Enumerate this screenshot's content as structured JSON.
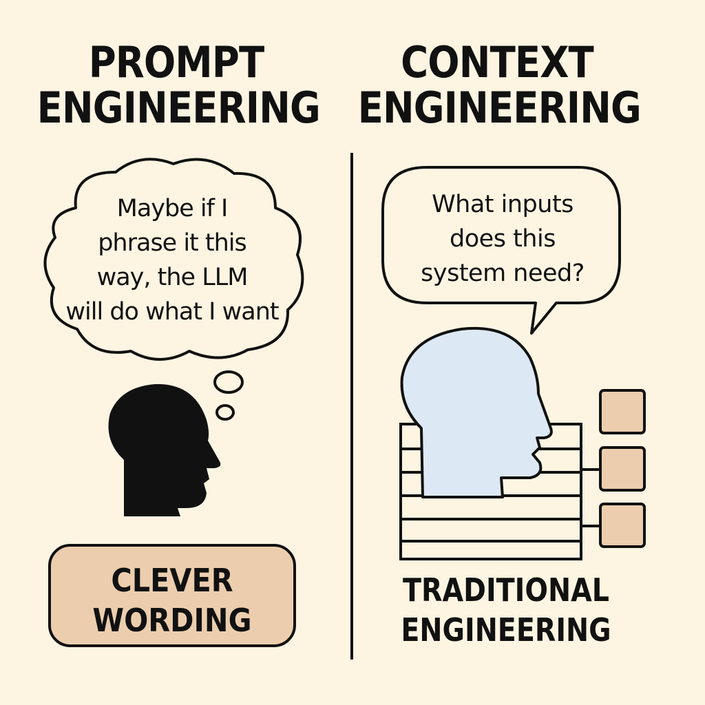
{
  "left": {
    "heading_line1": "PROMPT",
    "heading_line2": "ENGINEERING",
    "thought_line1": "Maybe if I",
    "thought_line2": "phrase it this",
    "thought_line3": "way, the LLM",
    "thought_line4": "will do what I want",
    "label_line1": "CLEVER",
    "label_line2": "WORDING"
  },
  "right": {
    "heading_line1": "CONTEXT",
    "heading_line2": "ENGINEERING",
    "speech_line1": "What inputs",
    "speech_line2": "does this",
    "speech_line3": "system need?",
    "label_line1": "TRADITIONAL",
    "label_line2": "ENGINEERING"
  },
  "colors": {
    "background": "#fdf5e2",
    "ink": "#111111",
    "tan": "#ecceae",
    "head_blue": "#dce9f5",
    "bubble_fill": "#fdf5e2"
  },
  "icons": {
    "left_head": "head-silhouette-icon",
    "right_head": "head-outline-icon",
    "thought": "thought-bubble-icon",
    "speech": "speech-bubble-icon",
    "system": "stacked-layers-icon",
    "modules": "module-box-icon"
  }
}
